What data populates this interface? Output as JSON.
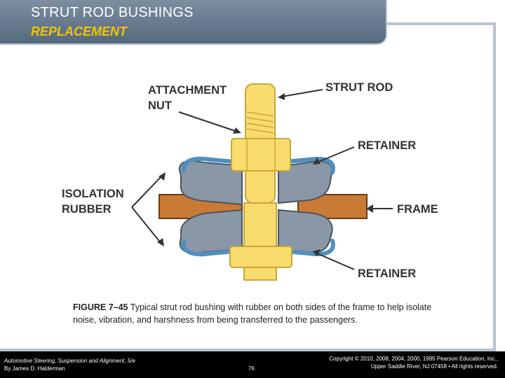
{
  "header": {
    "title": "STRUT ROD BUSHINGS",
    "subtitle": "REPLACEMENT"
  },
  "diagram": {
    "labels": {
      "attachment_nut_1": "ATTACHMENT",
      "attachment_nut_2": "NUT",
      "strut_rod": "STRUT ROD",
      "retainer_top": "RETAINER",
      "isolation_1": "ISOLATION",
      "isolation_2": "RUBBER",
      "frame": "FRAME",
      "retainer_bottom": "RETAINER"
    },
    "colors": {
      "rod": "#f9dc6e",
      "rubber": "#8a97a6",
      "retainer": "#4f8fc0",
      "frame": "#c97a34"
    }
  },
  "caption": {
    "figure": "FIGURE 7–45",
    "text": " Typical strut rod bushing with rubber on both sides of the frame to help isolate noise, vibration, and harshness from being transferred to the passengers."
  },
  "footer": {
    "book_line": "Automotive Steering, Suspension and Alignment, 5/e",
    "author_line": "By James D. Halderman",
    "page": "76",
    "copyright_line1": "Copyright © 2010, 2008, 2004, 2000, 1995 Pearson Education, Inc.,",
    "copyright_line2": "Upper Saddle River, NJ 07458 • All rights reserved."
  }
}
